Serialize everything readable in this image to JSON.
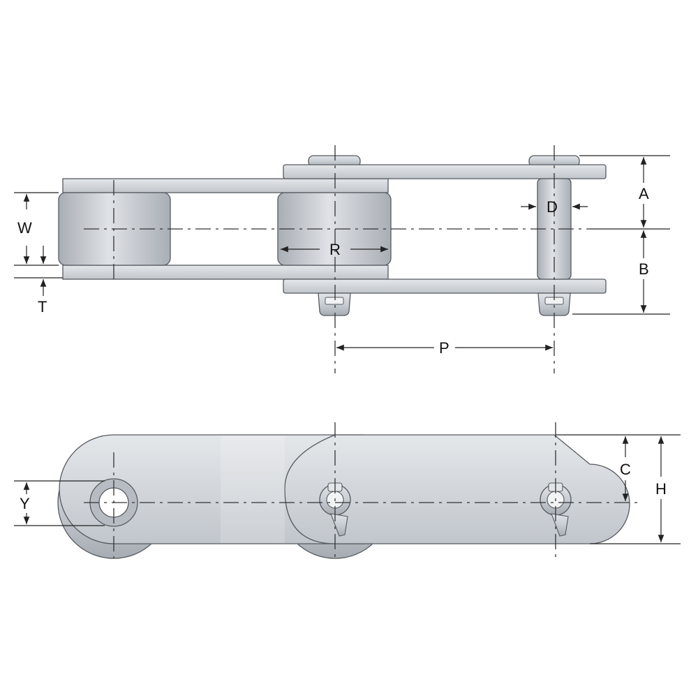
{
  "labels": {
    "A": "A",
    "B": "B",
    "C": "C",
    "D": "D",
    "H": "H",
    "P": "P",
    "R": "R",
    "T": "T",
    "W": "W",
    "Y": "Y"
  },
  "colors": {
    "steel": "#c9ced4",
    "steel_dark": "#a9aeb5",
    "steel_light": "#dde1e5",
    "outline": "#555a60",
    "dimension_line": "#222222"
  }
}
